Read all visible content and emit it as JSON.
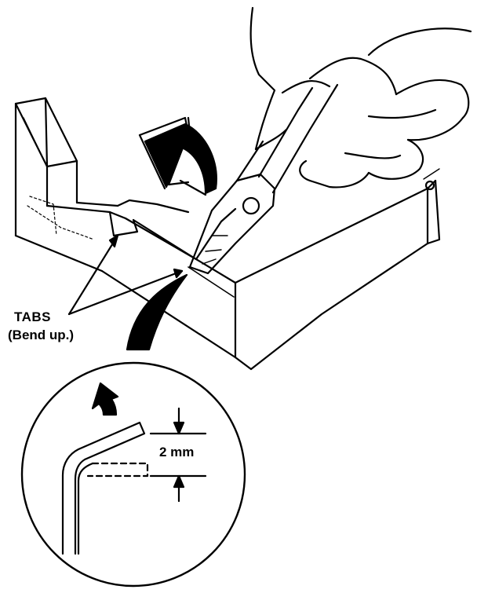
{
  "labels": {
    "tabs_title": "TABS",
    "tabs_note": "(Bend up.)",
    "dimension": "2 mm"
  },
  "colors": {
    "ink": "#000000",
    "paper": "#ffffff"
  },
  "icons": [
    "hand-icon",
    "pliers-icon",
    "bend-arrow-icon"
  ]
}
